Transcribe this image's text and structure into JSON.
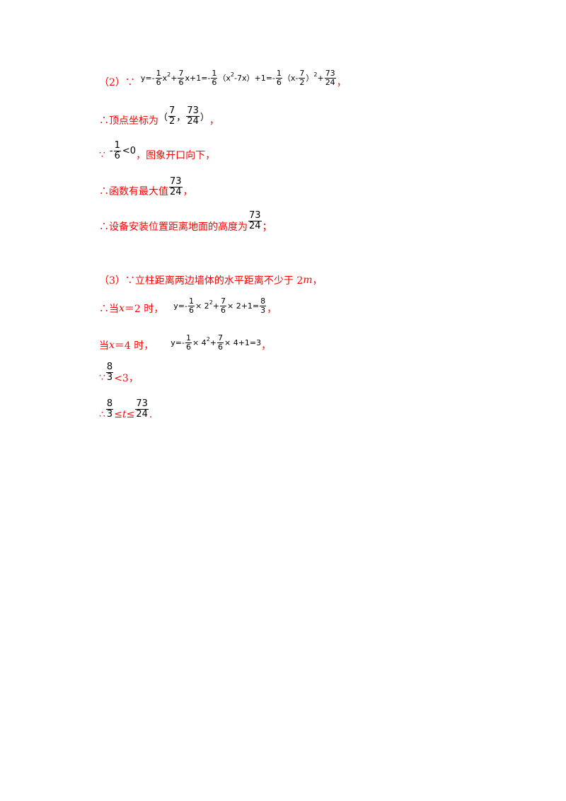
{
  "part2": {
    "label": "（2）∵",
    "eq": {
      "y": "y=",
      "neg": "-",
      "f1_num": "1",
      "f1_den": "6",
      "x": "x",
      "sq": "2",
      "plus": "+",
      "f2_num": "7",
      "f2_den": "6",
      "x1": "x+1=-",
      "f3_num": "1",
      "f3_den": "6",
      "paren1": "（x",
      "sq2": "2",
      "paren1b": "-7x）+1=-",
      "f4_num": "1",
      "f4_den": "6",
      "paren2": "（x-",
      "f5_num": "7",
      "f5_den": "2",
      "paren2b": "）",
      "sq3": "2",
      "plus2": "+",
      "f6_num": "73",
      "f6_den": "24"
    },
    "end": "，",
    "vertex_text": "∴顶点坐标为",
    "vertex_open": "（",
    "v_num1": "7",
    "v_den1": "2",
    "v_comma": "，",
    "v_num2": "73",
    "v_den2": "24",
    "vertex_close": "）",
    "vertex_end": "，",
    "because": "∵",
    "neg_sign": "-",
    "n_num": "1",
    "n_den": "6",
    "lt_zero": "<0",
    "opens_down": "，图象开口向下，",
    "max_text": "∴函数有最大值",
    "max_num": "73",
    "max_den": "24",
    "max_end": "，",
    "height_text": "∴设备安装位置距离地面的高度为",
    "h_num": "73",
    "h_den": "24",
    "height_end": "；"
  },
  "part3": {
    "label": "（3）∵立柱距离两边墙体的水平距离不少于 2",
    "m": "m",
    "label_end": "，",
    "when2_a": "∴当 ",
    "x": "x",
    "when2_b": "＝2 时，",
    "e2_y": "y=-",
    "e2_f1n": "1",
    "e2_f1d": "6",
    "e2_mid": "× 2",
    "e2_sq": "2",
    "e2_plus": "+",
    "e2_f2n": "7",
    "e2_f2d": "6",
    "e2_mid2": "× 2+1=",
    "e2_rn": "8",
    "e2_rd": "3",
    "e2_end": "，",
    "when4_a": "当 ",
    "when4_b": "＝4 时，",
    "e4_y": "y=-",
    "e4_f1n": "1",
    "e4_f1d": "6",
    "e4_mid": "× 4",
    "e4_sq": "2",
    "e4_plus": "+",
    "e4_f2n": "7",
    "e4_f2d": "6",
    "e4_mid2": "× 4+1=3",
    "e4_end": "，",
    "cmp_because": "∵",
    "cmp_num": "8",
    "cmp_den": "3",
    "cmp_rest": "<3，",
    "res_therefore": "∴",
    "res_num": "8",
    "res_den": "3",
    "res_le1": "≤",
    "t": "t",
    "res_le2": "≤",
    "res_num2": "73",
    "res_den2": "24",
    "res_end": "."
  }
}
